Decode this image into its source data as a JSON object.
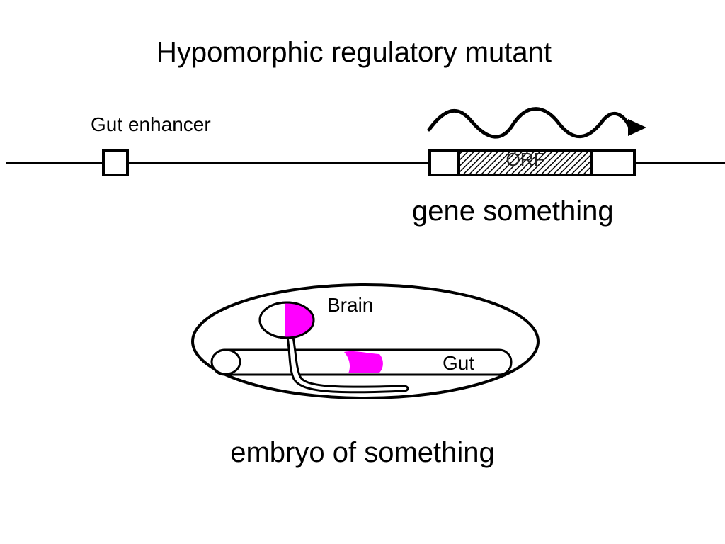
{
  "slide": {
    "title": "Hypomorphic regulatory mutant"
  },
  "gene_diagram": {
    "enhancer_label": "Gut enhancer",
    "orf_label": "ORF",
    "gene_label": "gene something"
  },
  "embryo": {
    "brain_label": "Brain",
    "gut_label": "Gut",
    "caption": "embryo of something"
  },
  "colors": {
    "expression": "#ff00ff",
    "line": "#000000",
    "background": "#ffffff"
  }
}
